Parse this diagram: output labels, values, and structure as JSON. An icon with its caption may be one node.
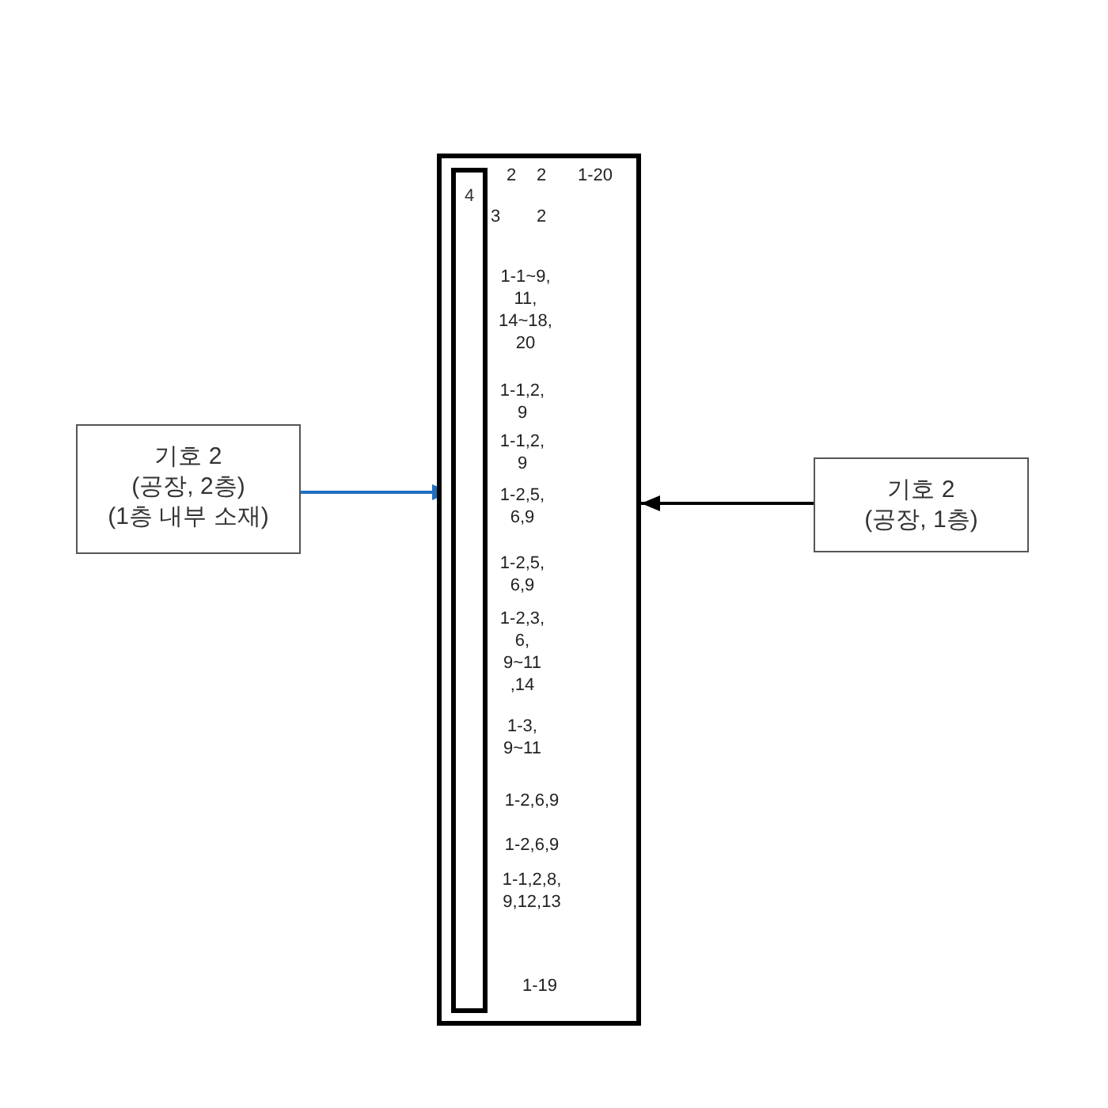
{
  "diagram": {
    "nodes": [
      {
        "text": [],
        "shape": "box"
      },
      {
        "text": [
          "4"
        ],
        "in": 0
      },
      {
        "text": [
          "기호 2",
          "(공장, 2층)",
          "(1층 내부 소재)"
        ]
      },
      {
        "text": [
          "기호 2",
          "(공장, 1층)"
        ]
      }
    ],
    "edges": [
      {
        "from": 2,
        "to": 1,
        "arrow": "to",
        "color": "#1f6fc0"
      },
      {
        "from": 3,
        "to": 0,
        "arrow": "to",
        "color": "#000000"
      }
    ],
    "labels": [
      "2",
      "2",
      "1-20",
      "3",
      "2",
      "1-1~9, 11, 14~18, 20",
      "1-1,2, 9",
      "1-1,2, 9",
      "1-2,5, 6,9",
      "1-2,5, 6,9",
      "1-2,3, 6, 9~11 ,14",
      "1-3, 9~11",
      "1-2,6,9",
      "1-2,6,9",
      "1-1,2,8, 9,12,13",
      "1-19"
    ]
  }
}
